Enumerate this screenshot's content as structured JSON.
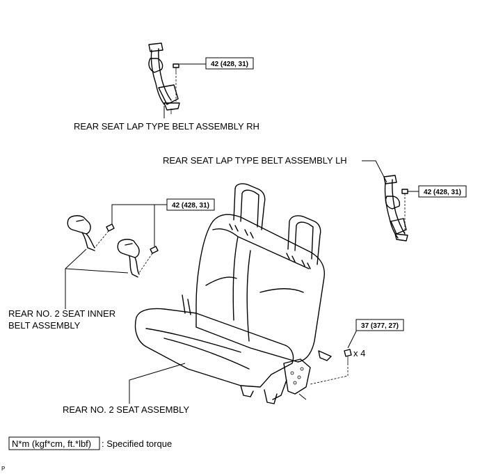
{
  "labels": {
    "belt_rh": "REAR SEAT LAP TYPE BELT ASSEMBLY RH",
    "belt_lh": "REAR SEAT LAP TYPE BELT ASSEMBLY LH",
    "inner_belt_line1": "REAR NO. 2 SEAT INNER",
    "inner_belt_line2": "BELT ASSEMBLY",
    "seat_assembly": "REAR NO. 2 SEAT ASSEMBLY"
  },
  "torques": {
    "belt_rh": "42 (428, 31)",
    "belt_lh": "42 (428, 31)",
    "inner_belt": "42 (428, 31)",
    "seat": "37 (377, 27)"
  },
  "quantity": {
    "seat_bolts": "x 4"
  },
  "legend": {
    "unit_box": "N*m (kgf*cm, ft.*lbf)",
    "description": ": Specified torque"
  },
  "corner_mark": "P"
}
